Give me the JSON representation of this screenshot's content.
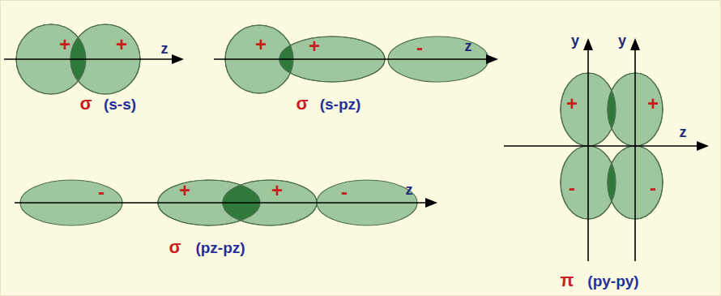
{
  "diagram": {
    "nodes": [
      {
        "text": [
          "+"
        ]
      },
      {
        "text": [
          "+"
        ]
      },
      {
        "text": [
          "+"
        ]
      },
      {
        "text": [
          "+"
        ]
      },
      {
        "text": [
          "-"
        ]
      },
      {
        "text": [
          "-"
        ]
      },
      {
        "text": [
          "+"
        ]
      },
      {
        "text": [
          "+"
        ]
      },
      {
        "text": [
          "-"
        ]
      },
      {
        "text": [
          "+"
        ]
      },
      {
        "text": [
          "+"
        ]
      },
      {
        "text": [
          "-"
        ]
      },
      {
        "text": [
          "-"
        ]
      }
    ],
    "labels": [
      "z",
      "σ",
      "(s-s)",
      "z",
      "σ",
      "(s-pz)",
      "z",
      "σ",
      "(pz-pz)",
      "y",
      "y",
      "z",
      "π",
      "(py-py)"
    ]
  }
}
